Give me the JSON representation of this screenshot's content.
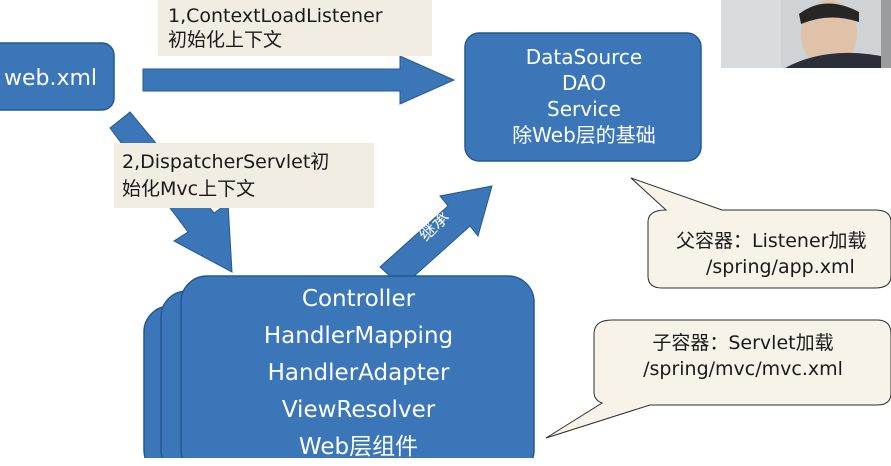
{
  "diagram": {
    "web_xml": {
      "label": "web.xml"
    },
    "root_context": {
      "lines": [
        "DataSource",
        "DAO",
        "Service",
        "除Web层的基础"
      ]
    },
    "web_components": {
      "lines": [
        "Controller",
        "HandlerMapping",
        "HandlerAdapter",
        "ViewResolver",
        "Web层组件"
      ]
    },
    "step1_note": {
      "lines": [
        "1,ContextLoadListener",
        "初始化上下文"
      ]
    },
    "step2_note": {
      "lines": [
        "2,DispatcherServlet初",
        "始化Mvc上下文"
      ]
    },
    "inherit_label": "继承",
    "parent_callout": {
      "lines": [
        "父容器：Listener加载",
        "/spring/app.xml"
      ]
    },
    "child_callout": {
      "lines": [
        "子容器：Servlet加载",
        "/spring/mvc/mvc.xml"
      ]
    }
  },
  "colors": {
    "box_fill": "#3b77b8",
    "box_stroke": "#24588f",
    "note_fill": "#f1ede3",
    "callout_fill": "#f7f3e9"
  }
}
